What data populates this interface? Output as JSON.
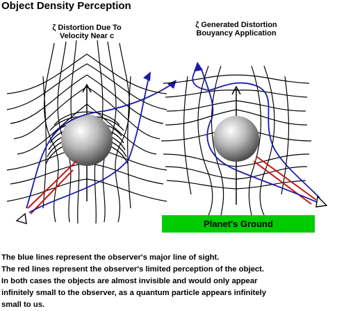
{
  "title": "Object Density Perception",
  "left_panel": {
    "title_line1": "ζ Distortion Due To",
    "title_line2": "Velocity Near c"
  },
  "right_panel": {
    "title_line1": "ζ Generated Distortion",
    "title_line2": "Bouyancy Application",
    "ground_label": "Planet's Ground"
  },
  "caption": [
    "The blue lines represent the observer's major line of sight.",
    "The red lines represent the observer's limited perception of the object.",
    "In both cases the objects are almost invisible and would only appear",
    "infinitely small to the observer, as a quantum particle appears infinitely",
    "small to us."
  ],
  "colors": {
    "sight_line": "#1a1aa8",
    "perception_line": "#cc1111",
    "ground": "#00cc00"
  }
}
